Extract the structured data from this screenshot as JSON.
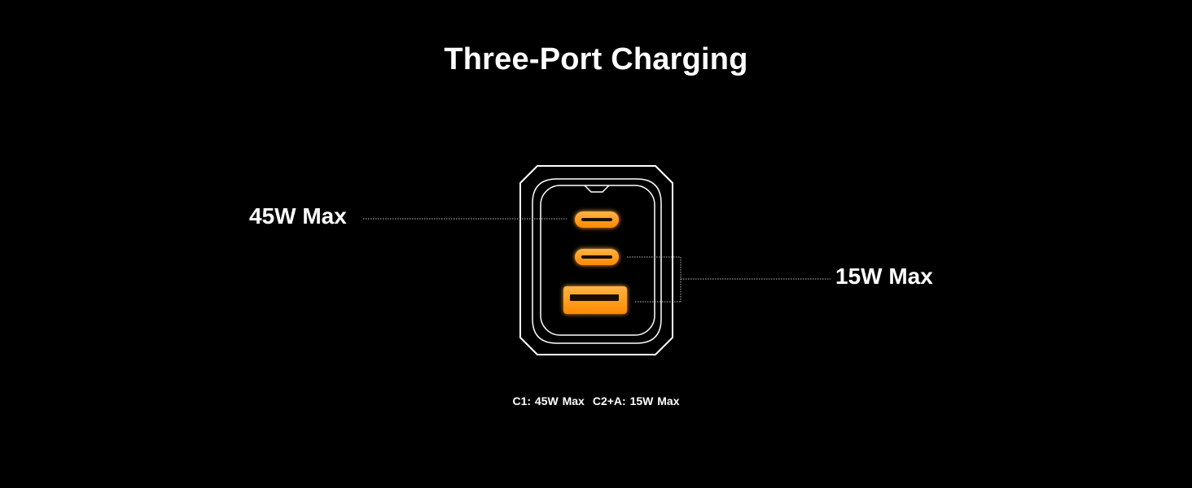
{
  "title": "Three-Port Charging",
  "labels": {
    "left": "45W Max",
    "right": "15W Max"
  },
  "footnote": {
    "c1": "C1: 45W Max",
    "c2a": "C2+A: 15W Max"
  },
  "colors": {
    "background": "#000000",
    "outline": "#ffffff",
    "port_glow": "#ff9a1f",
    "port_inner": "#ffc266"
  },
  "icons": {
    "charger": "charger-outline-icon",
    "usb_c": "usb-c-port-icon",
    "usb_a": "usb-a-port-icon"
  }
}
